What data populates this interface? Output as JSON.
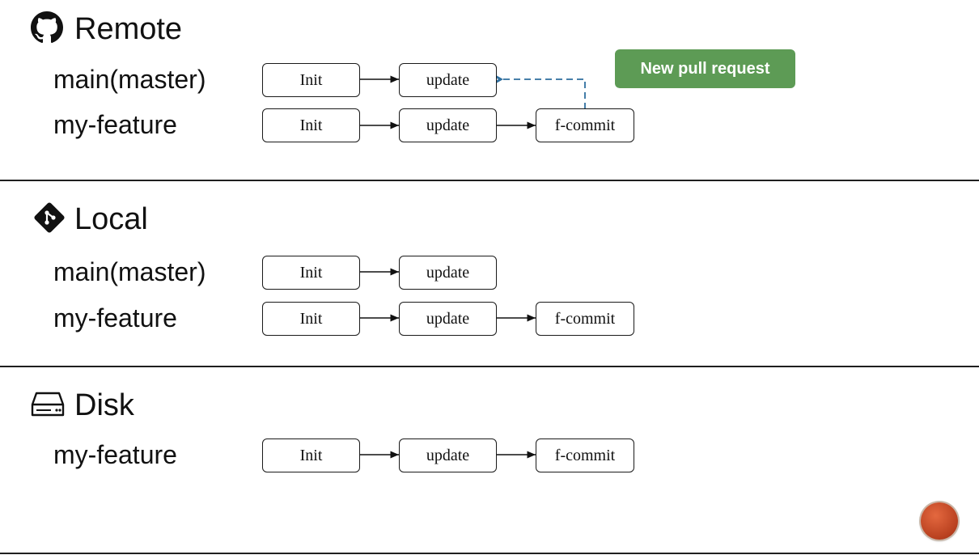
{
  "sections": [
    {
      "title": "Remote",
      "icon": "github-icon",
      "branches": [
        {
          "label": "main(master)",
          "commits": [
            "Init",
            "update"
          ]
        },
        {
          "label": "my-feature",
          "commits": [
            "Init",
            "update",
            "f-commit"
          ]
        }
      ]
    },
    {
      "title": "Local",
      "icon": "git-icon",
      "branches": [
        {
          "label": "main(master)",
          "commits": [
            "Init",
            "update"
          ]
        },
        {
          "label": "my-feature",
          "commits": [
            "Init",
            "update",
            "f-commit"
          ]
        }
      ]
    },
    {
      "title": "Disk",
      "icon": "hard-drive-icon",
      "branches": [
        {
          "label": "my-feature",
          "commits": [
            "Init",
            "update",
            "f-commit"
          ]
        }
      ]
    }
  ],
  "pull_request_button": {
    "label": "New pull request",
    "color": "#5d9b55"
  },
  "colors": {
    "link_dashed": "#2f6f9f",
    "badge": "#c74a25"
  }
}
